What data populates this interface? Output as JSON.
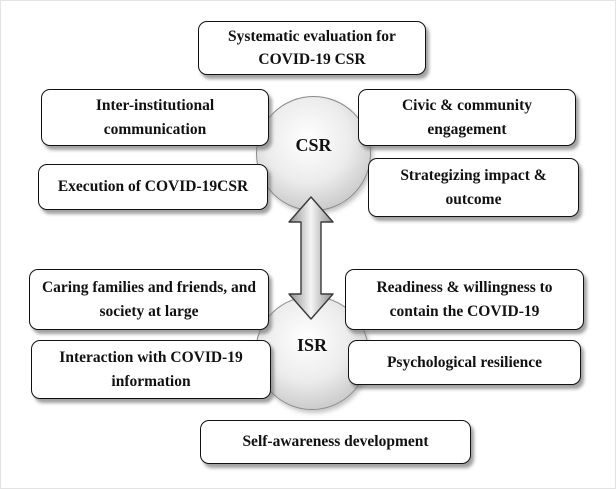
{
  "nodes": {
    "csr_label": "CSR",
    "isr_label": "ISR"
  },
  "boxes": {
    "systematic_evaluation": "Systematic evaluation for COVID-19 CSR",
    "inter_institutional": "Inter-institutional communication",
    "civic_engagement": "Civic & community engagement",
    "execution": "Execution of COVID-19CSR",
    "strategizing": "Strategizing impact & outcome",
    "caring_families": "Caring families and friends, and society at large",
    "readiness": "Readiness & willingness to contain the COVID-19",
    "interaction": "Interaction with COVID-19 information",
    "psychological_resilience": "Psychological resilience",
    "self_awareness": "Self-awareness development"
  },
  "connector": {
    "type": "double-headed-arrow",
    "from": "CSR",
    "to": "ISR"
  },
  "colors": {
    "box_border": "#111111",
    "box_background": "#ffffff",
    "circle_fill_center": "#ffffff",
    "circle_fill_edge": "#adadad",
    "arrow_dark": "#909090",
    "arrow_light": "#f5f5f5"
  }
}
